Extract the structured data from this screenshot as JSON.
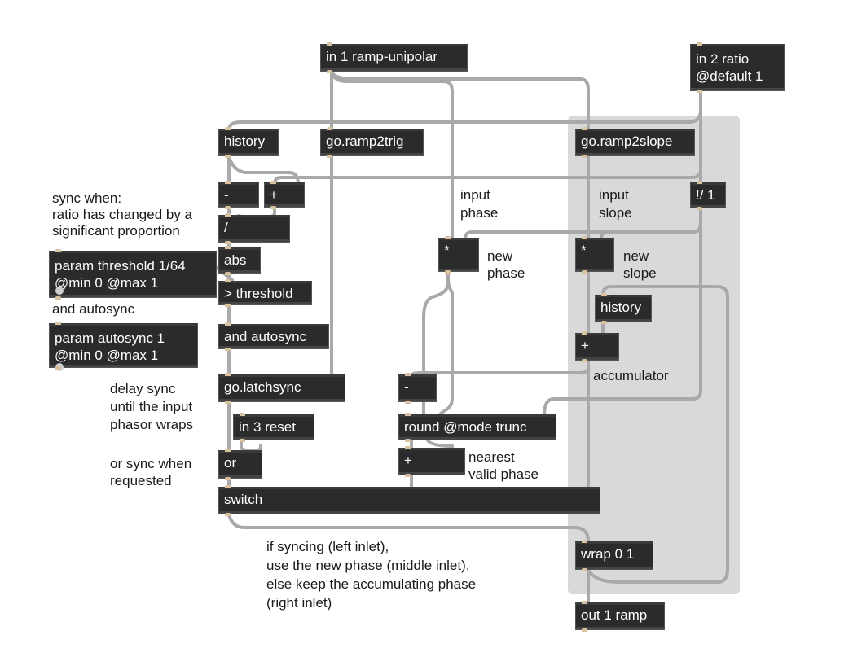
{
  "objects": {
    "in1": "in 1 ramp-unipolar",
    "in2": "in 2 ratio @default 1",
    "history1": "history",
    "ramp2trig": "go.ramp2trig",
    "ramp2slope": "go.ramp2slope",
    "minus1": "-",
    "plus1": "+",
    "div": "/",
    "abs": "abs",
    "param_threshold": "param threshold 1/64 @min 0 @max 1",
    "gt_threshold": "> threshold",
    "param_autosync": "param autosync 1 @min 0 @max 1",
    "and_autosync": "and autosync",
    "latchsync": "go.latchsync",
    "in3": "in 3 reset",
    "or": "or",
    "switch": "switch",
    "mul_phase": "*",
    "mul_slope": "*",
    "rdiv": "!/ 1",
    "history2": "history",
    "acc_plus": "+",
    "minus2": "-",
    "round": "round @mode trunc",
    "plus2": "+",
    "wrap": "wrap 0 1",
    "out1": "out 1 ramp"
  },
  "comments": {
    "sync_when": "sync when:",
    "ratio_changed": "ratio has changed by a",
    "significant": "significant proportion",
    "and_autosync": "and autosync",
    "delay_sync": "delay sync",
    "until_input": "until the input",
    "phasor_wraps": "phasor wraps",
    "or_sync": "or sync when",
    "requested": "requested",
    "input_phase_1": "input",
    "input_phase_2": "phase",
    "new_phase_1": "new",
    "new_phase_2": "phase",
    "input_slope_1": "input",
    "input_slope_2": "slope",
    "new_slope_1": "new",
    "new_slope_2": "slope",
    "accumulator": "accumulator",
    "nearest_1": "nearest",
    "nearest_2": "valid phase",
    "if_syncing": "if syncing (left inlet),",
    "use_new": "use the new phase (middle inlet),",
    "else_keep": "else keep the accumulating phase",
    "right_inlet": "(right inlet)"
  },
  "colors": {
    "box": "#2b2b2b",
    "box_text": "#ffffff",
    "cable": "#a9a9a9",
    "panel": "#d9d9da",
    "port": "#d8c3a0"
  }
}
